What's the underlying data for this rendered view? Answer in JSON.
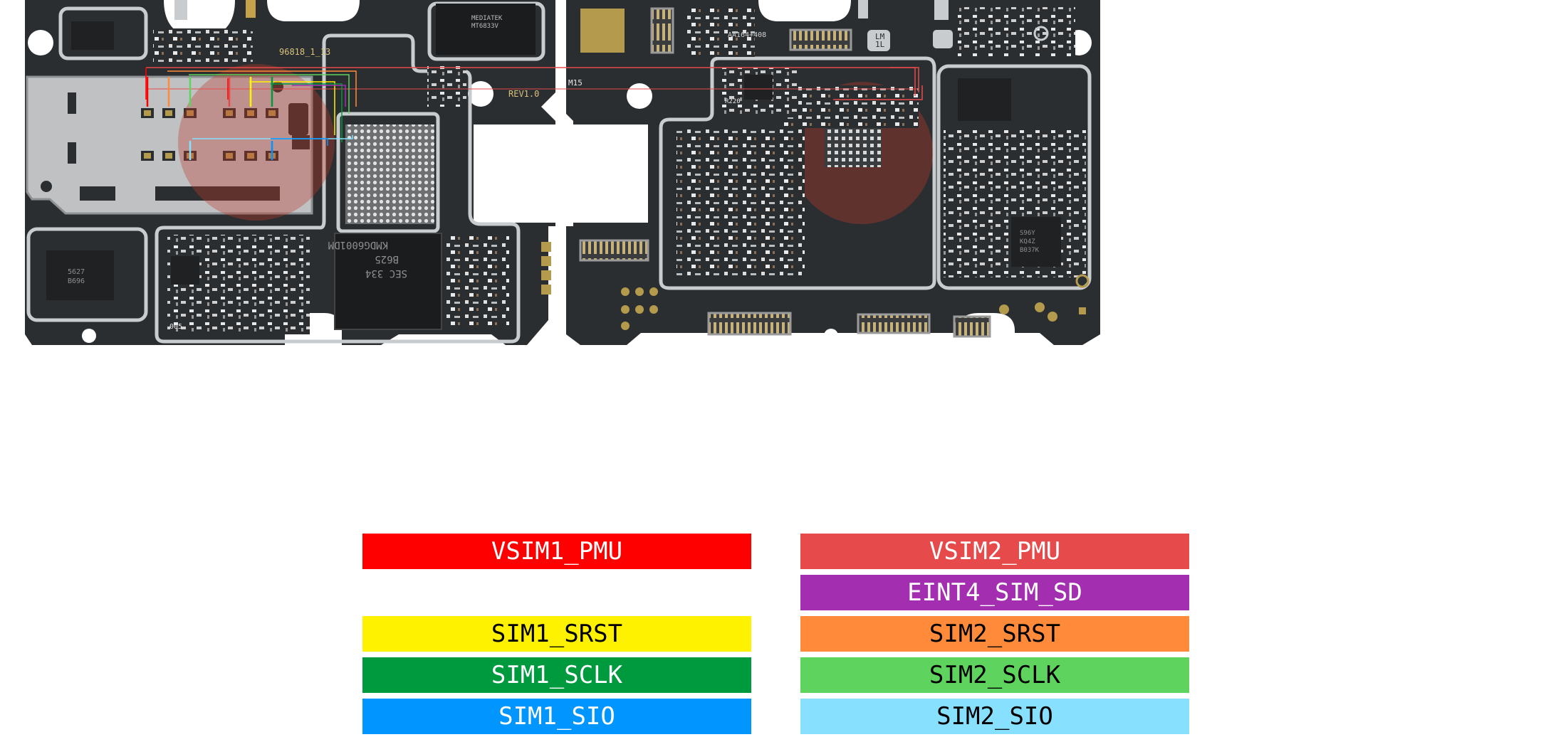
{
  "board": {
    "silkscreen": {
      "board_id": "96818_1_13",
      "revision": "REV1.0",
      "board_code": "M15",
      "right_id": "AA164+408",
      "mediatek_chip": [
        "MEDIATEK",
        "MT6833V"
      ],
      "memory_chip": [
        "KMDG6001DM",
        "B625",
        "SEC 334"
      ],
      "lm_chip": [
        "LM",
        "1L"
      ],
      "small_label_1": "005",
      "small_label_2": "R220",
      "logic_chip": [
        "5627",
        "B696"
      ],
      "right_chip": [
        "S96Y",
        "KQ4Z",
        "B037K"
      ]
    },
    "colors": {
      "pcb": "#2b2e31",
      "shield": "#c9ccce",
      "pad": "#b49a4c",
      "background": "#ffffff"
    }
  },
  "legend": {
    "left": [
      {
        "label": "VSIM1_PMU",
        "color": "#ff0000",
        "text_color": "#ffffff"
      },
      {
        "label": "SIM1_SRST",
        "color": "#fff200",
        "text_color": "#000000"
      },
      {
        "label": "SIM1_SCLK",
        "color": "#009a3e",
        "text_color": "#ffffff"
      },
      {
        "label": "SIM1_SIO",
        "color": "#0095ff",
        "text_color": "#ffffff"
      }
    ],
    "right": [
      {
        "label": "VSIM2_PMU",
        "color": "#e64a4a",
        "text_color": "#ffffff"
      },
      {
        "label": "EINT4_SIM_SD",
        "color": "#a32fb0",
        "text_color": "#ffffff"
      },
      {
        "label": "SIM2_SRST",
        "color": "#ff8b3a",
        "text_color": "#000000"
      },
      {
        "label": "SIM2_SCLK",
        "color": "#5ed45e",
        "text_color": "#000000"
      },
      {
        "label": "SIM2_SIO",
        "color": "#88e0ff",
        "text_color": "#000000"
      }
    ]
  }
}
